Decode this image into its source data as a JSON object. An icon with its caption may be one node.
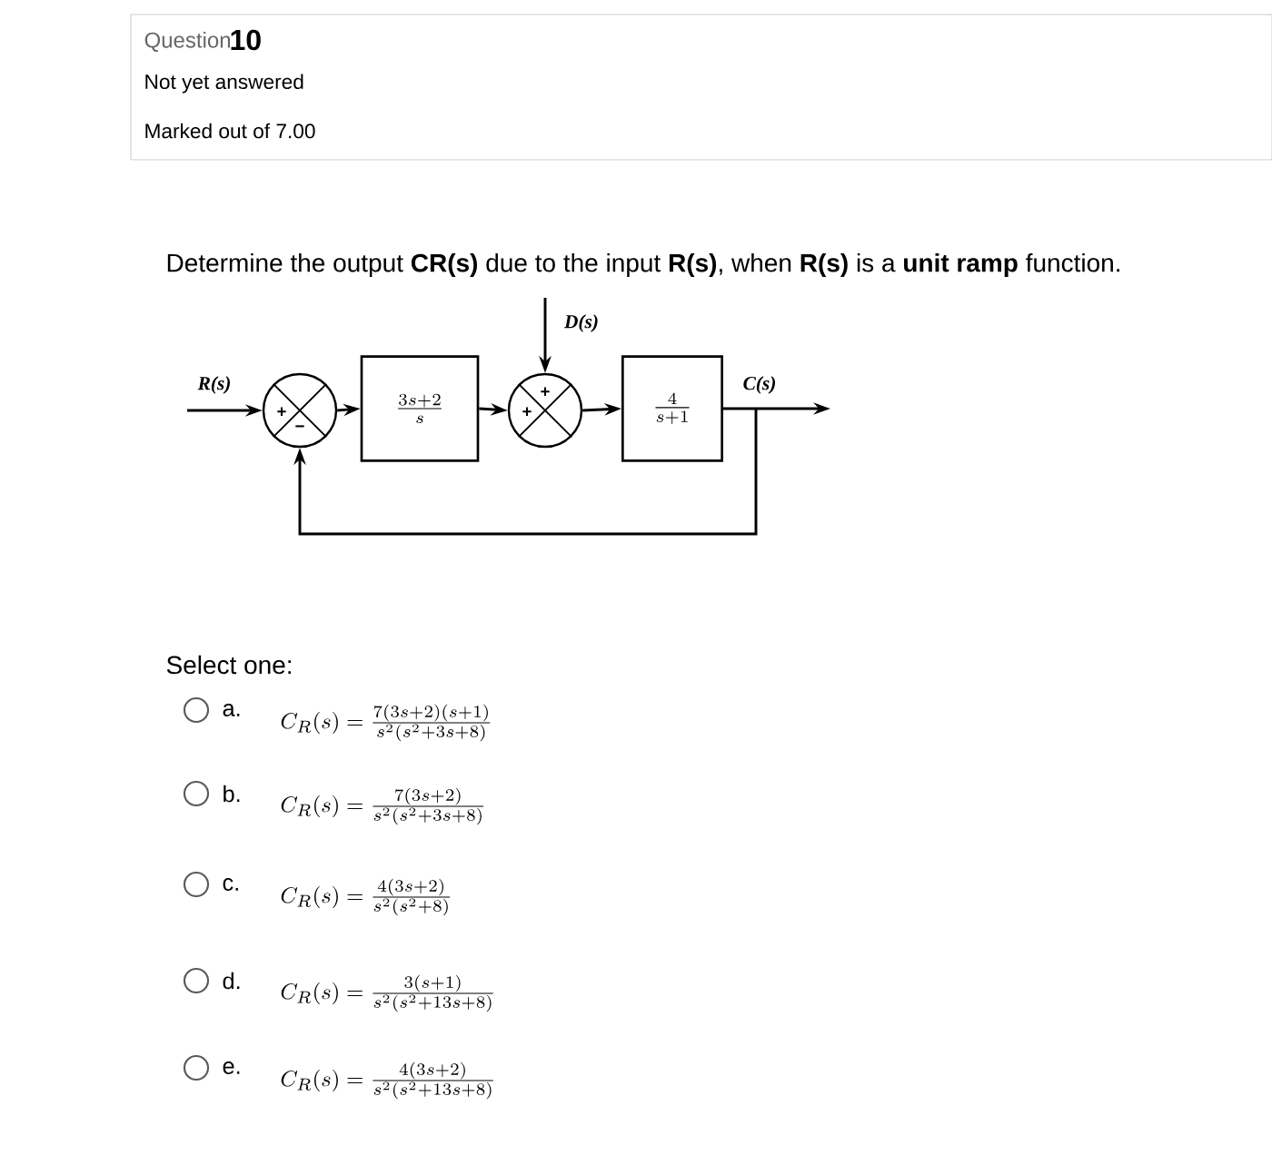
{
  "diagram": {
    "title": "Determine the output **CR(s)** due to the input **R(s)**, when **R(s)** is a **unit ramp** function.",
    "nodes": [
      {
        "text": [
          "+",
          "−"
        ]
      },
      {
        "text": [
          "\\frac{3s+2}{s}"
        ]
      },
      {
        "text": [
          "+",
          "+"
        ]
      },
      {
        "text": [
          "\\frac{4}{s+1}"
        ]
      }
    ],
    "edges": [
      {
        "from": null,
        "to": 0,
        "arrow": "to",
        "label": "R(s)"
      },
      {
        "from": 0,
        "to": 1,
        "arrow": "to"
      },
      {
        "from": 1,
        "to": 2,
        "arrow": "to"
      },
      {
        "from": null,
        "to": 2,
        "arrow": "to",
        "label": "D(s)"
      },
      {
        "from": 2,
        "to": 3,
        "arrow": "to"
      },
      {
        "from": 3,
        "to": null,
        "arrow": "to",
        "label": "C(s)"
      },
      {
        "from": 3,
        "to": 0,
        "arrow": "to"
      }
    ],
    "labels": [
      "Question",
      "10",
      "Not yet answered",
      "Marked out of 7.00",
      "Select one:",
      "a.",
      "C_{R}(s)=\\frac{7(3s+2)(s+1)}{s^{2}(s^{2}+3s+8)}",
      "b.",
      "C_{R}(s)=\\frac{7(3s+2)}{s^{2}(s^{2}+3s+8)}",
      "c.",
      "C_{R}(s)=\\frac{4(3s+2)}{s^{2}(s^{2}+8)}",
      "d.",
      "C_{R}(s)=\\frac{3(s+1)}{s^{2}(s^{2}+13s+8)}",
      "e.",
      "C_{R}(s)=\\frac{4(3s+2)}{s^{2}(s^{2}+13s+8)}"
    ]
  }
}
